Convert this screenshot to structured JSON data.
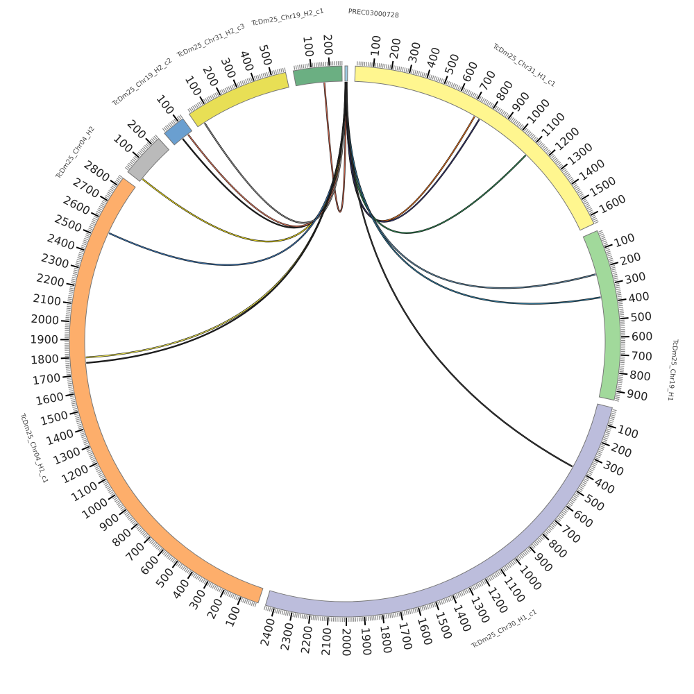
{
  "chart_data": {
    "type": "circos",
    "tick_interval": 100,
    "minor_tick_interval": 10,
    "segments": [
      {
        "id": "PREC",
        "label": "PREC03000728",
        "length": 15,
        "color": "#9ecae1"
      },
      {
        "id": "Chr31_H1_c1",
        "label": "TcDm25_Chr31_H1_c1",
        "length": 1650,
        "color": "#fff68f"
      },
      {
        "id": "Chr19_H1",
        "label": "TcDm25_Chr19_H1",
        "length": 950,
        "color": "#a1d99b"
      },
      {
        "id": "Chr30_H1_c1",
        "label": "TcDm25_Chr30_H1_c1",
        "length": 2450,
        "color": "#bcbddc"
      },
      {
        "id": "Chr04_H1_c1",
        "label": "TcDm25_Chr04_H1_c1",
        "length": 2850,
        "color": "#fdae6b"
      },
      {
        "id": "Chr04_H2",
        "label": "TcDm25_Chr04_H2",
        "length": 250,
        "color": "#bababa"
      },
      {
        "id": "Chr19_H2_c2",
        "label": "TcDm25_Chr19_H2_c2",
        "length": 130,
        "color": "#6a9fd0"
      },
      {
        "id": "Chr31_H2_c3",
        "label": "TcDm25_Chr31_H2_c3",
        "length": 580,
        "color": "#e8df55"
      },
      {
        "id": "Chr19_H2_c1",
        "label": "TcDm25_Chr19_H2_c1",
        "length": 270,
        "color": "#6baf82"
      }
    ],
    "links": [
      {
        "from": [
          "PREC",
          6
        ],
        "to": [
          "Chr19_H2_c1",
          166
        ],
        "color": "#c0604a"
      },
      {
        "from": [
          "PREC",
          8
        ],
        "to": [
          "Chr31_H1_c1",
          733
        ],
        "color": "#d2691e"
      },
      {
        "from": [
          "PREC",
          8
        ],
        "to": [
          "Chr31_H1_c1",
          765
        ],
        "color": "#333366"
      },
      {
        "from": [
          "PREC",
          9
        ],
        "to": [
          "Chr31_H1_c1",
          1108
        ],
        "color": "#2e7d4f"
      },
      {
        "from": [
          "PREC",
          9
        ],
        "to": [
          "Chr19_H1",
          230
        ],
        "color": "#5a7f99"
      },
      {
        "from": [
          "PREC",
          10
        ],
        "to": [
          "Chr19_H1",
          367
        ],
        "color": "#2f6f8f"
      },
      {
        "from": [
          "PREC",
          10
        ],
        "to": [
          "Chr30_H1_c1",
          393
        ],
        "color": "#333333"
      },
      {
        "from": [
          "PREC",
          5
        ],
        "to": [
          "Chr04_H2",
          20
        ],
        "color": "#e0d020"
      },
      {
        "from": [
          "PREC",
          5
        ],
        "to": [
          "Chr19_H2_c2",
          60
        ],
        "color": "#222222"
      },
      {
        "from": [
          "PREC",
          4
        ],
        "to": [
          "Chr19_H2_c2",
          100
        ],
        "color": "#d9735a"
      },
      {
        "from": [
          "PREC",
          4
        ],
        "to": [
          "Chr31_H2_c3",
          45
        ],
        "color": "#888888"
      },
      {
        "from": [
          "PREC",
          4
        ],
        "to": [
          "Chr04_H1_c1",
          2541
        ],
        "color": "#3a6ea5"
      },
      {
        "from": [
          "PREC",
          3
        ],
        "to": [
          "Chr04_H1_c1",
          1797
        ],
        "color": "#e8e050"
      },
      {
        "from": [
          "PREC",
          3
        ],
        "to": [
          "Chr04_H1_c1",
          1765
        ],
        "color": "#222222"
      }
    ]
  }
}
